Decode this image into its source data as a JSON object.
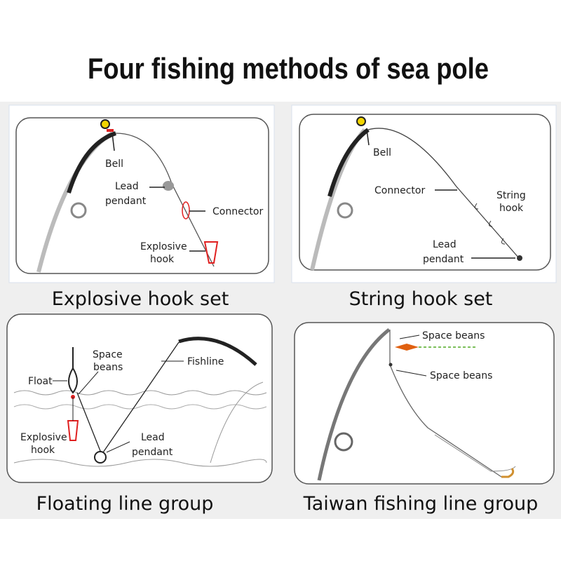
{
  "title": "Four fishing methods of sea pole",
  "panels": [
    {
      "caption": "Explosive hook set",
      "labels": {
        "bell": "Bell",
        "lead1": "Lead",
        "lead2": "pendant",
        "connector": "Connector",
        "hook1": "Explosive",
        "hook2": "hook"
      }
    },
    {
      "caption": "String hook set",
      "labels": {
        "bell": "Bell",
        "connector": "Connector",
        "string1": "String",
        "string2": "hook",
        "lead1": "Lead",
        "lead2": "pendant"
      }
    },
    {
      "caption": "Floating line group",
      "labels": {
        "beans1": "Space",
        "beans2": "beans",
        "float": "Float",
        "fishline": "Fishline",
        "hook1": "Explosive",
        "hook2": "hook",
        "lead1": "Lead",
        "lead2": "pendant"
      }
    },
    {
      "caption": "Taiwan fishing line group",
      "labels": {
        "beans_top": "Space beans",
        "beans_bottom": "Space beans"
      }
    }
  ],
  "colors": {
    "background": "#efefef",
    "panel": "#ffffff",
    "accent_red": "#e02020",
    "bell_yellow": "#f2d500"
  }
}
